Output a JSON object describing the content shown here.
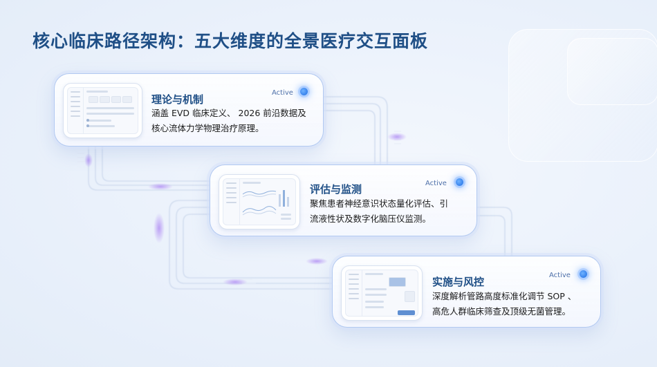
{
  "page": {
    "title": "核心临床路径架构：五大维度的全景医疗交互面板"
  },
  "cards": [
    {
      "title": "理论与机制",
      "desc_line1": "涵盖 EVD  临床定义、 2026 前沿数据及",
      "desc_line2": "核心流体力学物理治疗原理。",
      "status": "Active",
      "thumbnail_icon": "dashboard-thumbnail"
    },
    {
      "title": "评估与监测",
      "desc_line1": "聚焦患者神经意识状态量化评估、引",
      "desc_line2": "流液性状及数字化脑压仪监测。",
      "status": "Active",
      "thumbnail_icon": "charts-thumbnail"
    },
    {
      "title": "实施与风控",
      "desc_line1": "深度解析管路高度标准化调节 SOP 、",
      "desc_line2": "高危人群临床筛查及顶级无菌管理。",
      "status": "Active",
      "thumbnail_icon": "records-thumbnail"
    }
  ],
  "colors": {
    "title": "#1f4f86",
    "accent": "#1d6ce4",
    "wire": "#d6e0ef",
    "glow": "#a98cf0"
  }
}
